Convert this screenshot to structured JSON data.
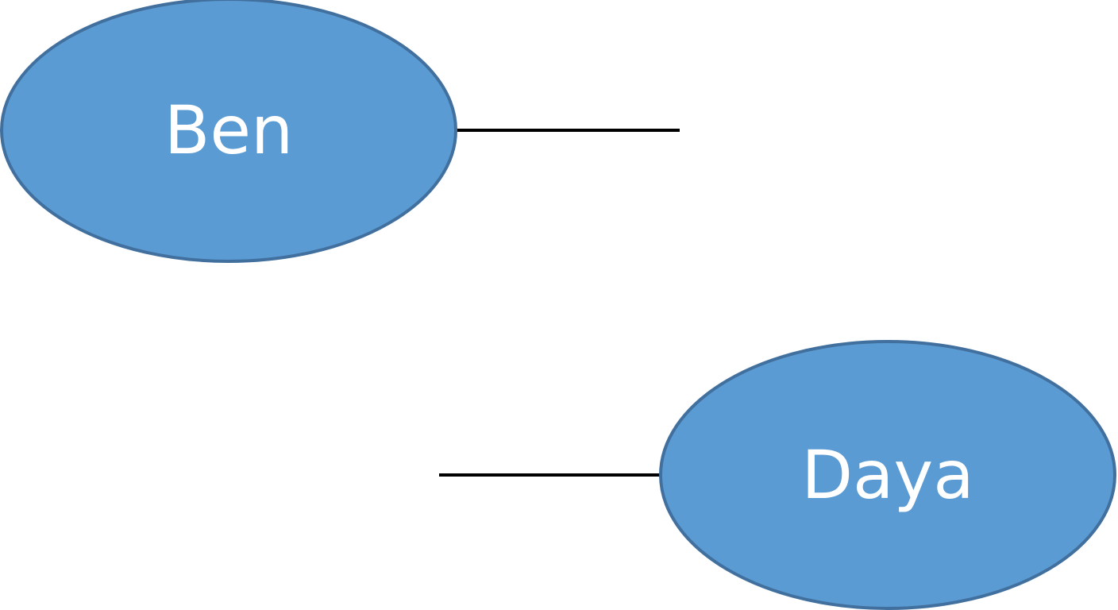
{
  "diagram": {
    "colors": {
      "node_fill": "#5b9bd3",
      "node_border": "#41709e",
      "node_text": "#ffffff",
      "connector": "#000000",
      "background": "#ffffff"
    },
    "nodes": [
      {
        "id": "ben",
        "label": "Ben"
      },
      {
        "id": "daya",
        "label": "Daya"
      }
    ]
  }
}
